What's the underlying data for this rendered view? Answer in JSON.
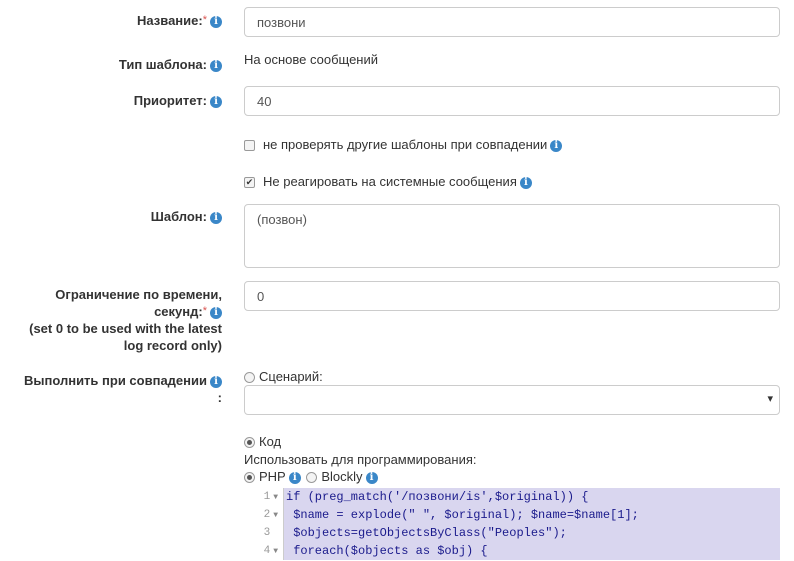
{
  "form": {
    "name": {
      "label": "Название:",
      "required": "*",
      "value": "позвони"
    },
    "template_type": {
      "label": "Тип шаблона:",
      "value": "На основе сообщений"
    },
    "priority": {
      "label": "Приоритет:",
      "value": "40"
    },
    "no_check_others": {
      "label": "не проверять другие шаблоны при совпадении",
      "checked": false
    },
    "ignore_system": {
      "label": "Не реагировать на системные сообщения",
      "checked": true
    },
    "template": {
      "label": "Шаблон:",
      "value": "(позвон)"
    },
    "time_limit": {
      "label_line1": "Ограничение по времени,",
      "label_line2": "секунд:",
      "required": "*",
      "note_line1": "(set 0 to be used with the latest",
      "note_line2": "log record only)",
      "value": "0"
    },
    "execute": {
      "label": "Выполнить при совпадении",
      "label_suffix": ":",
      "scenario_label": "Сценарий:",
      "scenario_selected": false,
      "scenario_value": "",
      "code_label": "Код",
      "code_selected": true,
      "lang_prompt": "Использовать для программирования:",
      "php_label": "PHP",
      "php_selected": true,
      "blockly_label": "Blockly",
      "blockly_selected": false
    }
  },
  "icons": {
    "info": "i",
    "dropdown": "▾",
    "check": "✔"
  },
  "code_editor": {
    "line_numbers": [
      "1",
      "2",
      "3",
      "4"
    ],
    "lines": [
      "if (preg_match('/позвони/is',$original)) {",
      " $name = explode(\" \", $original); $name=$name[1];",
      " $objects=getObjectsByClass(\"Peoples\");",
      " foreach($objects as $obj) {"
    ],
    "highlight_color": "#d9d6ef"
  }
}
